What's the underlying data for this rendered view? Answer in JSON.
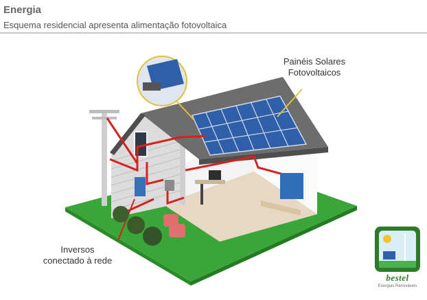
{
  "header": {
    "title": "Energia",
    "subtitle": "Esquema residencial apresenta alimentação fotovoltaica"
  },
  "labels": {
    "solar_line1": "Painéis Solares",
    "solar_line2": "Fotovoltaicos",
    "inverter_line1": "Inversos",
    "inverter_line2": "conectado à rede"
  },
  "logo": {
    "name": "bestel",
    "tagline": "Energias Renováveis"
  },
  "colors": {
    "wire": "#d8201f",
    "lawn": "#3aa63a",
    "roof": "#6d6d6d",
    "panel": "#2f5fa8",
    "leader": "#e0c23a"
  }
}
